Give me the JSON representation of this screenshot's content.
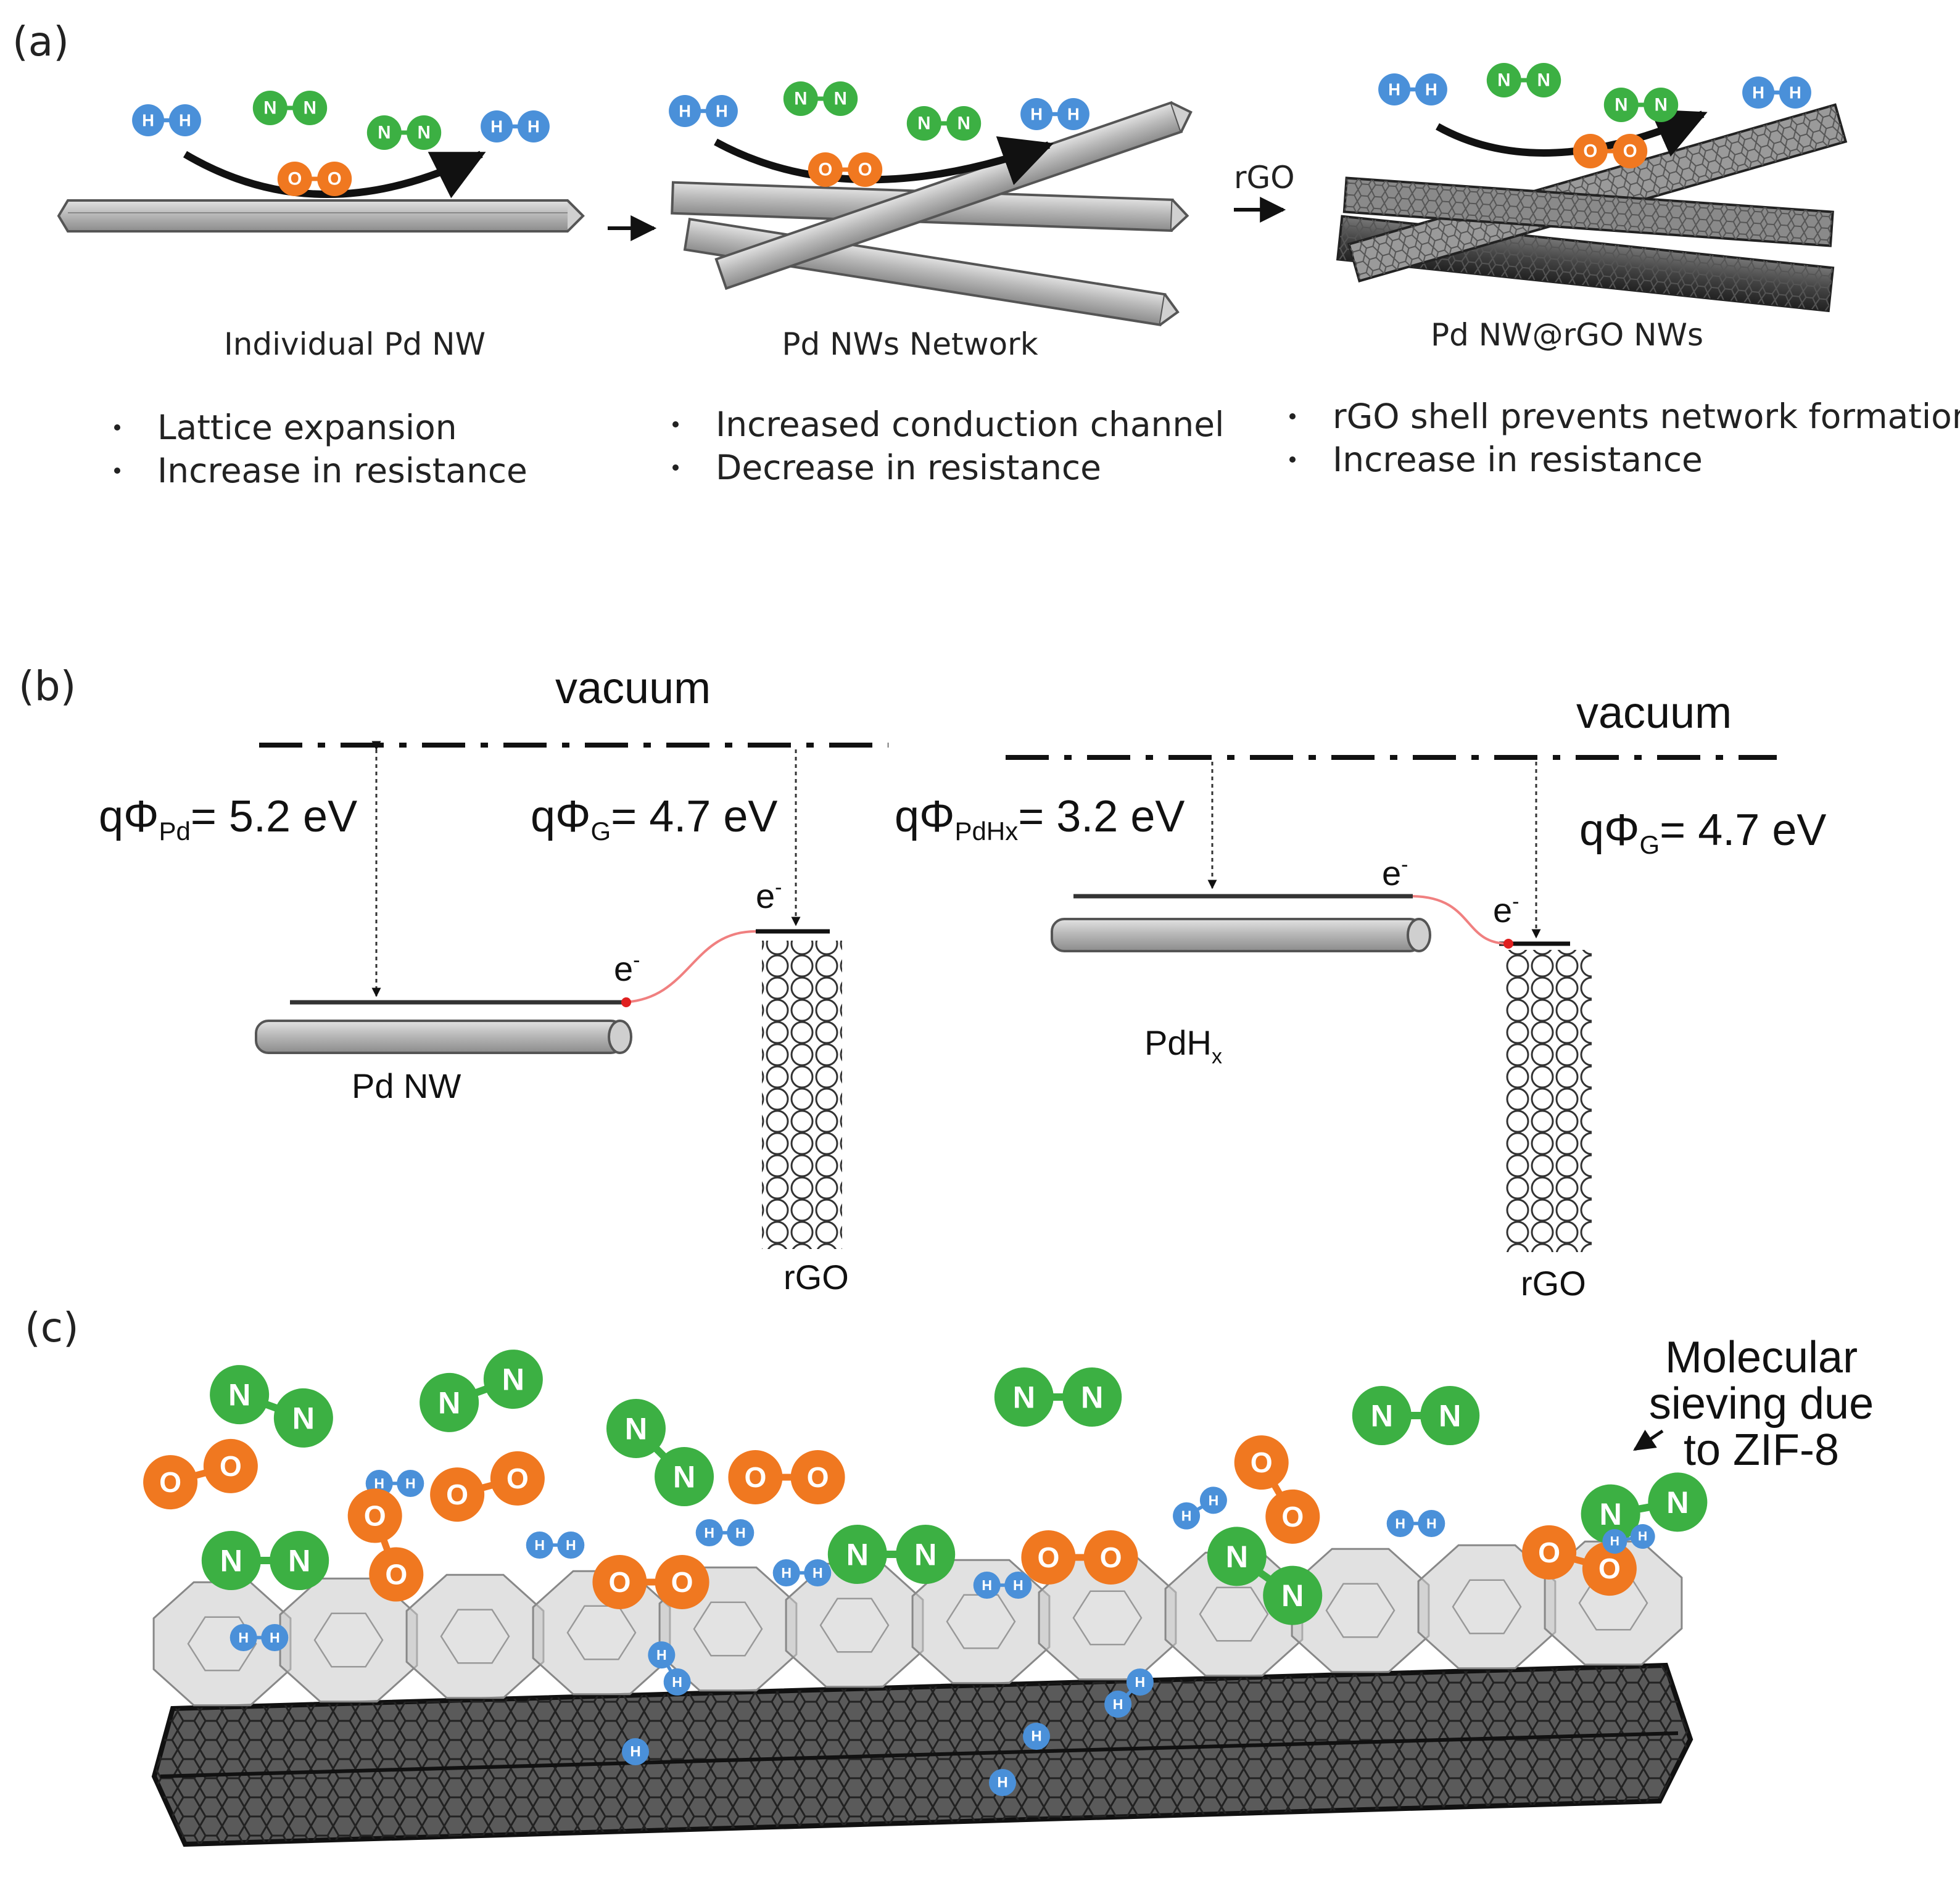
{
  "panel_a": {
    "label": "(a)",
    "arrow_label": "rGO",
    "captions": [
      "Individual Pd NW",
      "Pd NWs Network",
      "Pd NW@rGO NWs"
    ],
    "bullets": [
      [
        "Lattice expansion",
        "Increase in resistance"
      ],
      [
        "Increased conduction channel",
        "Decrease in resistance"
      ],
      [
        "rGO shell prevents network formation",
        "Increase in resistance"
      ]
    ]
  },
  "panel_b": {
    "label": "(b)",
    "vacuum": "vacuum",
    "left": {
      "wf_metal_prefix": "qΦ",
      "wf_metal_sub": "Pd",
      "wf_metal_value": "= 5.2 eV",
      "wf_g_prefix": "qΦ",
      "wf_g_sub": "G",
      "wf_g_value": "= 4.7 eV",
      "electron": "e",
      "electron_sup": "-",
      "nw_label": "Pd NW",
      "rgo_label": "rGO"
    },
    "right": {
      "wf_metal_prefix": "qΦ",
      "wf_metal_sub": "PdHx",
      "wf_metal_value": "= 3.2 eV",
      "wf_g_prefix": "qΦ",
      "wf_g_sub": "G",
      "wf_g_value": "= 4.7 eV",
      "electron": "e",
      "electron_sup": "-",
      "nw_label": "PdH",
      "nw_label_sub": "x",
      "rgo_label": "rGO"
    }
  },
  "panel_c": {
    "label": "(c)",
    "annotation_lines": [
      "Molecular",
      "sieving due",
      "to ZIF-8"
    ]
  },
  "atoms": {
    "h": "H",
    "n": "N",
    "o": "O"
  },
  "colors": {
    "hydrogen": "#4a90d9",
    "nitrogen": "#3cb043",
    "oxygen": "#f07820",
    "nanowire": "#b8b8b8",
    "electron_path": "#f08080"
  }
}
